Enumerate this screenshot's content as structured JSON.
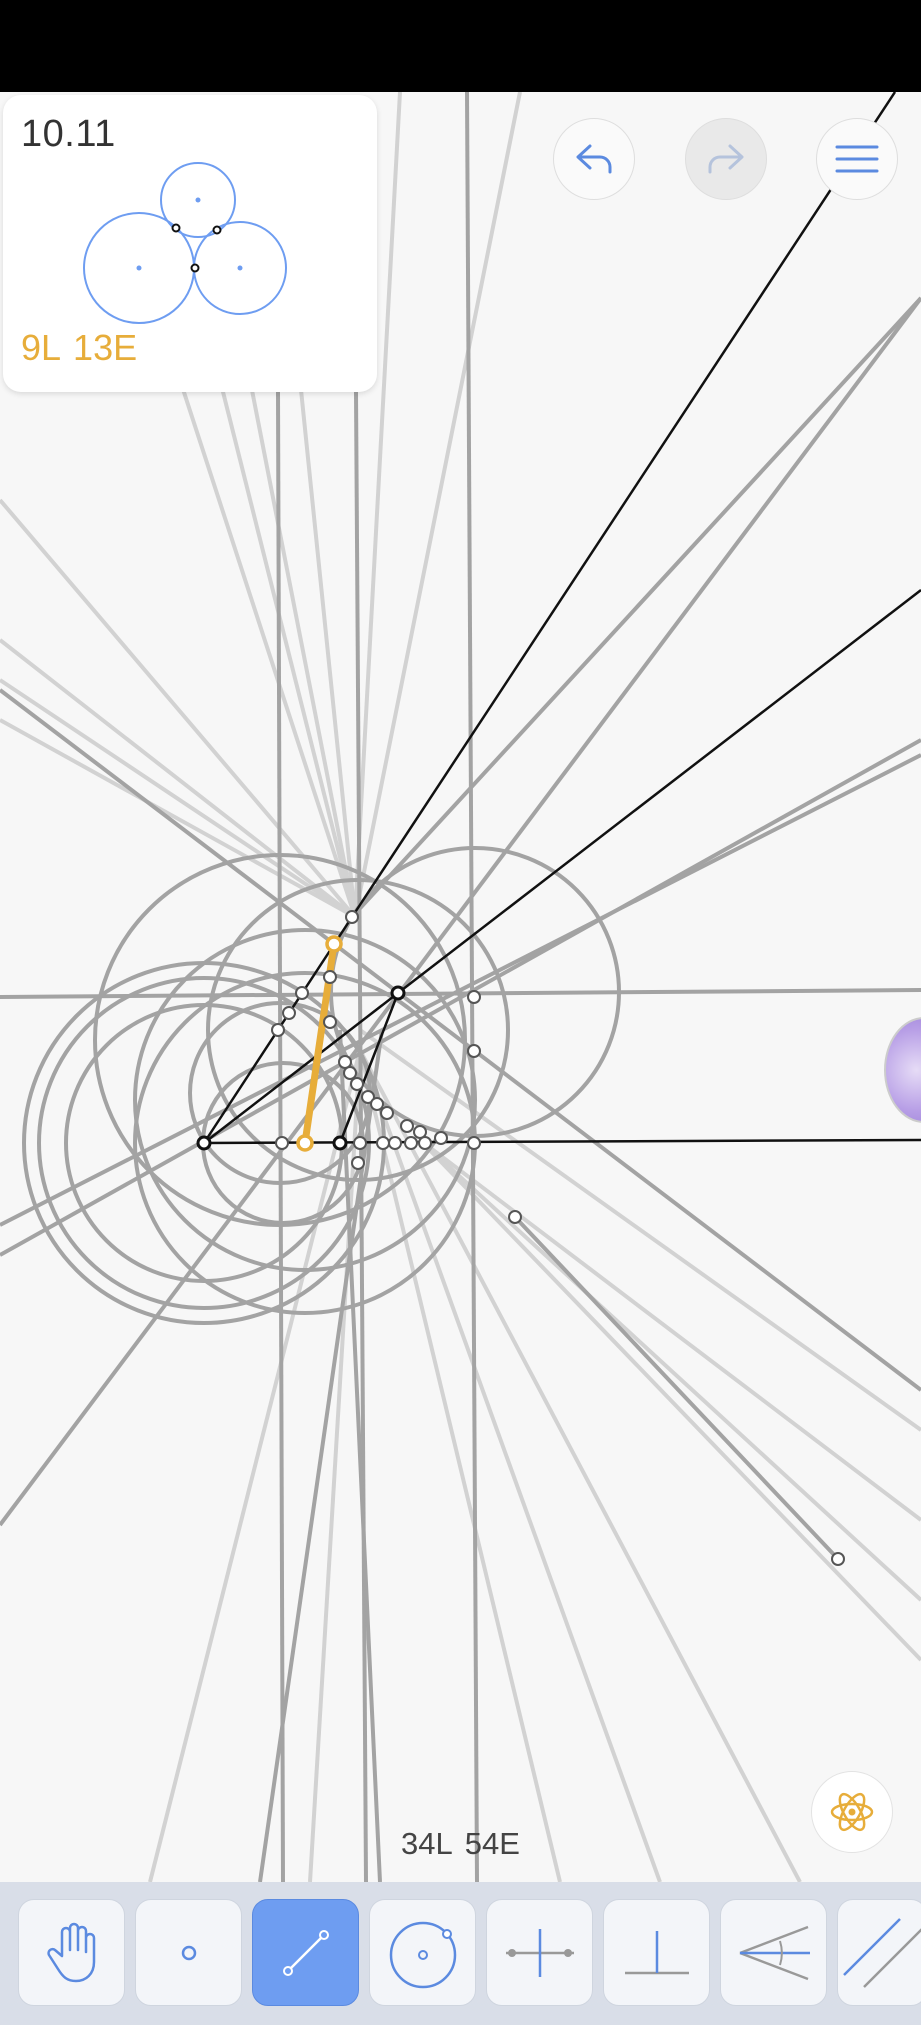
{
  "level": {
    "number": "10.11",
    "goal_lines": "9L",
    "goal_elements": "13E"
  },
  "counter": {
    "lines": "34L",
    "elements": "54E"
  },
  "buttons": {
    "undo": "undo-icon",
    "redo": "redo-icon",
    "menu": "menu-icon",
    "hint": "atom-icon"
  },
  "tools": [
    {
      "name": "move",
      "icon": "hand-icon",
      "active": false
    },
    {
      "name": "point",
      "icon": "point-icon",
      "active": false
    },
    {
      "name": "line",
      "icon": "line-icon",
      "active": true
    },
    {
      "name": "circle",
      "icon": "circle-icon",
      "active": false
    },
    {
      "name": "perpendicular-bisector",
      "icon": "perpendicular-bisector-icon",
      "active": false
    },
    {
      "name": "perpendicular",
      "icon": "perpendicular-icon",
      "active": false
    },
    {
      "name": "angle-bisector",
      "icon": "angle-bisector-icon",
      "active": false
    },
    {
      "name": "parallel",
      "icon": "parallel-icon",
      "active": false
    }
  ],
  "colors": {
    "accent": "#e7ad3a",
    "tool_active": "#6e9df1",
    "icon_blue": "#5b8ae0",
    "construction_gray": "#9a9a9a",
    "construction_light": "#d0d0d0"
  }
}
